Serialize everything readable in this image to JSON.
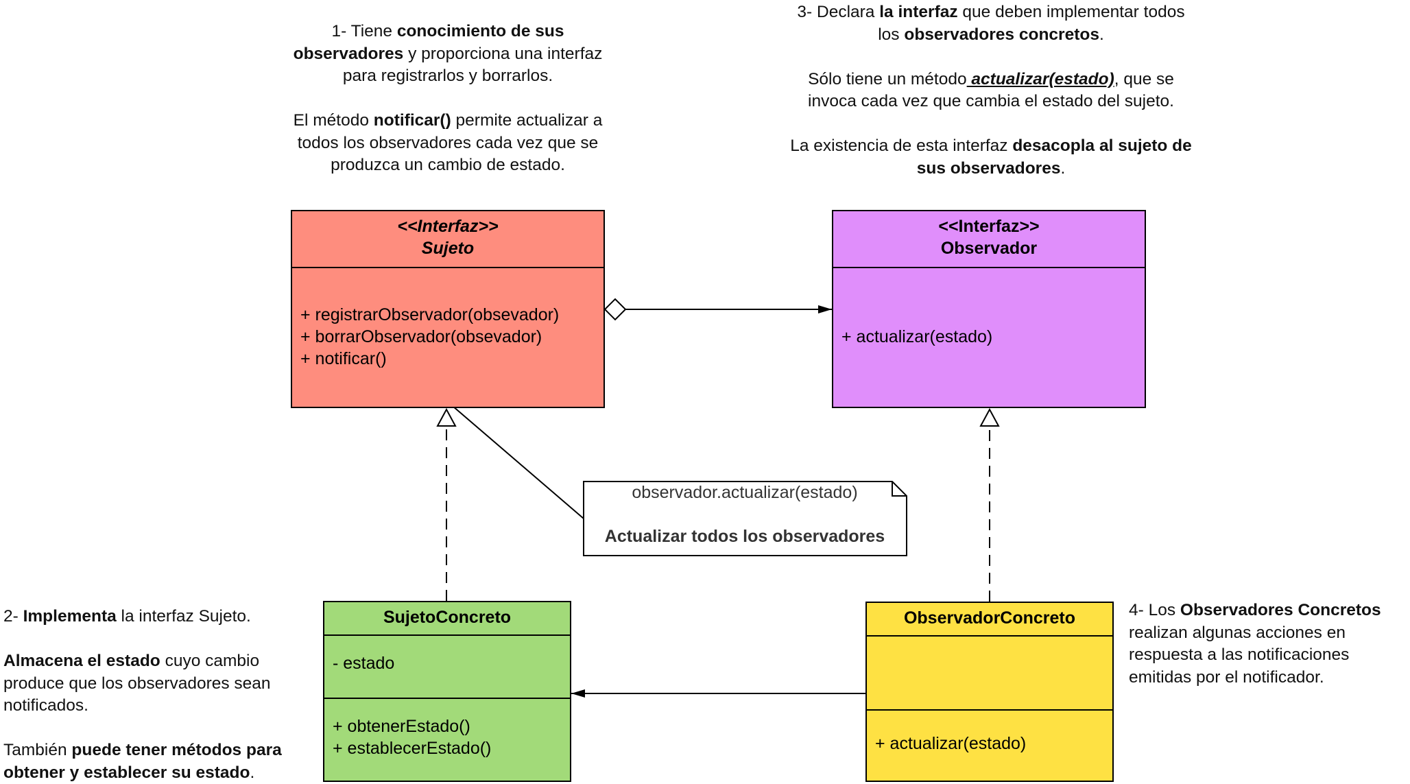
{
  "notes": {
    "n1": {
      "p1": [
        {
          "t": "1- Tiene ",
          "b": false
        },
        {
          "t": "conocimiento de sus observadores",
          "b": true
        },
        {
          "t": " y proporciona una interfaz para registrarlos y borrarlos.",
          "b": false
        }
      ],
      "p2": [
        {
          "t": "El método ",
          "b": false
        },
        {
          "t": "notificar()",
          "b": true
        },
        {
          "t": " permite actualizar a todos los observadores cada vez que se produzca un cambio de estado.",
          "b": false
        }
      ]
    },
    "n2": {
      "p1": [
        {
          "t": "2- ",
          "b": false
        },
        {
          "t": "Implementa",
          "b": true
        },
        {
          "t": " la interfaz Sujeto.",
          "b": false
        }
      ],
      "p2": [
        {
          "t": "Almacena el estado",
          "b": true
        },
        {
          "t": " cuyo cambio produce que los observadores sean notificados.",
          "b": false
        }
      ],
      "p3": [
        {
          "t": "También ",
          "b": false
        },
        {
          "t": "puede tener métodos para obtener y establecer su estado",
          "b": true
        },
        {
          "t": ".",
          "b": false
        }
      ]
    },
    "n3": {
      "p1": [
        {
          "t": "3- Declara ",
          "b": false
        },
        {
          "t": "la interfaz",
          "b": true
        },
        {
          "t": " que deben implementar todos los ",
          "b": false
        },
        {
          "t": "observadores concretos",
          "b": true
        },
        {
          "t": ".",
          "b": false
        }
      ],
      "p2": [
        {
          "t": "Sólo tiene un método",
          "b": false
        },
        {
          "t": " actualizar(estado)",
          "b": true,
          "i": true,
          "u": true
        },
        {
          "t": ", que se invoca cada vez que cambia el estado del sujeto.",
          "b": false
        }
      ],
      "p3": [
        {
          "t": "La existencia de esta interfaz ",
          "b": false
        },
        {
          "t": "desacopla al sujeto de sus observadores",
          "b": true
        },
        {
          "t": ".",
          "b": false
        }
      ]
    },
    "n4": {
      "p1": [
        {
          "t": "4- Los ",
          "b": false
        },
        {
          "t": "Observadores Concretos",
          "b": true
        },
        {
          "t": " realizan algunas acciones en respuesta a las notificaciones emitidas por el notificador.",
          "b": false
        }
      ]
    }
  },
  "classes": {
    "sujeto": {
      "stereotype": "<<Interfaz>>",
      "name": "Sujeto",
      "methods": [
        "+ registrarObservador(obsevador)",
        "+ borrarObservador(obsevador)",
        "+ notificar()"
      ],
      "fill": "#fe8d7e"
    },
    "observador": {
      "stereotype": "<<Interfaz>>",
      "name": "Observador",
      "methods": [
        "+ actualizar(estado)"
      ],
      "fill": "#e08efb"
    },
    "sujeto_concreto": {
      "name": "SujetoConcreto",
      "attributes": [
        "- estado"
      ],
      "methods": [
        "+ obtenerEstado()",
        "+ establecerEstado()"
      ],
      "fill": "#a2da79"
    },
    "observador_concreto": {
      "name": "ObservadorConcreto",
      "methods": [
        "+ actualizar(estado)"
      ],
      "fill": "#fee143"
    }
  },
  "code_note": {
    "line1": "observador.actualizar(estado)",
    "line2": "Actualizar todos los observadores"
  }
}
